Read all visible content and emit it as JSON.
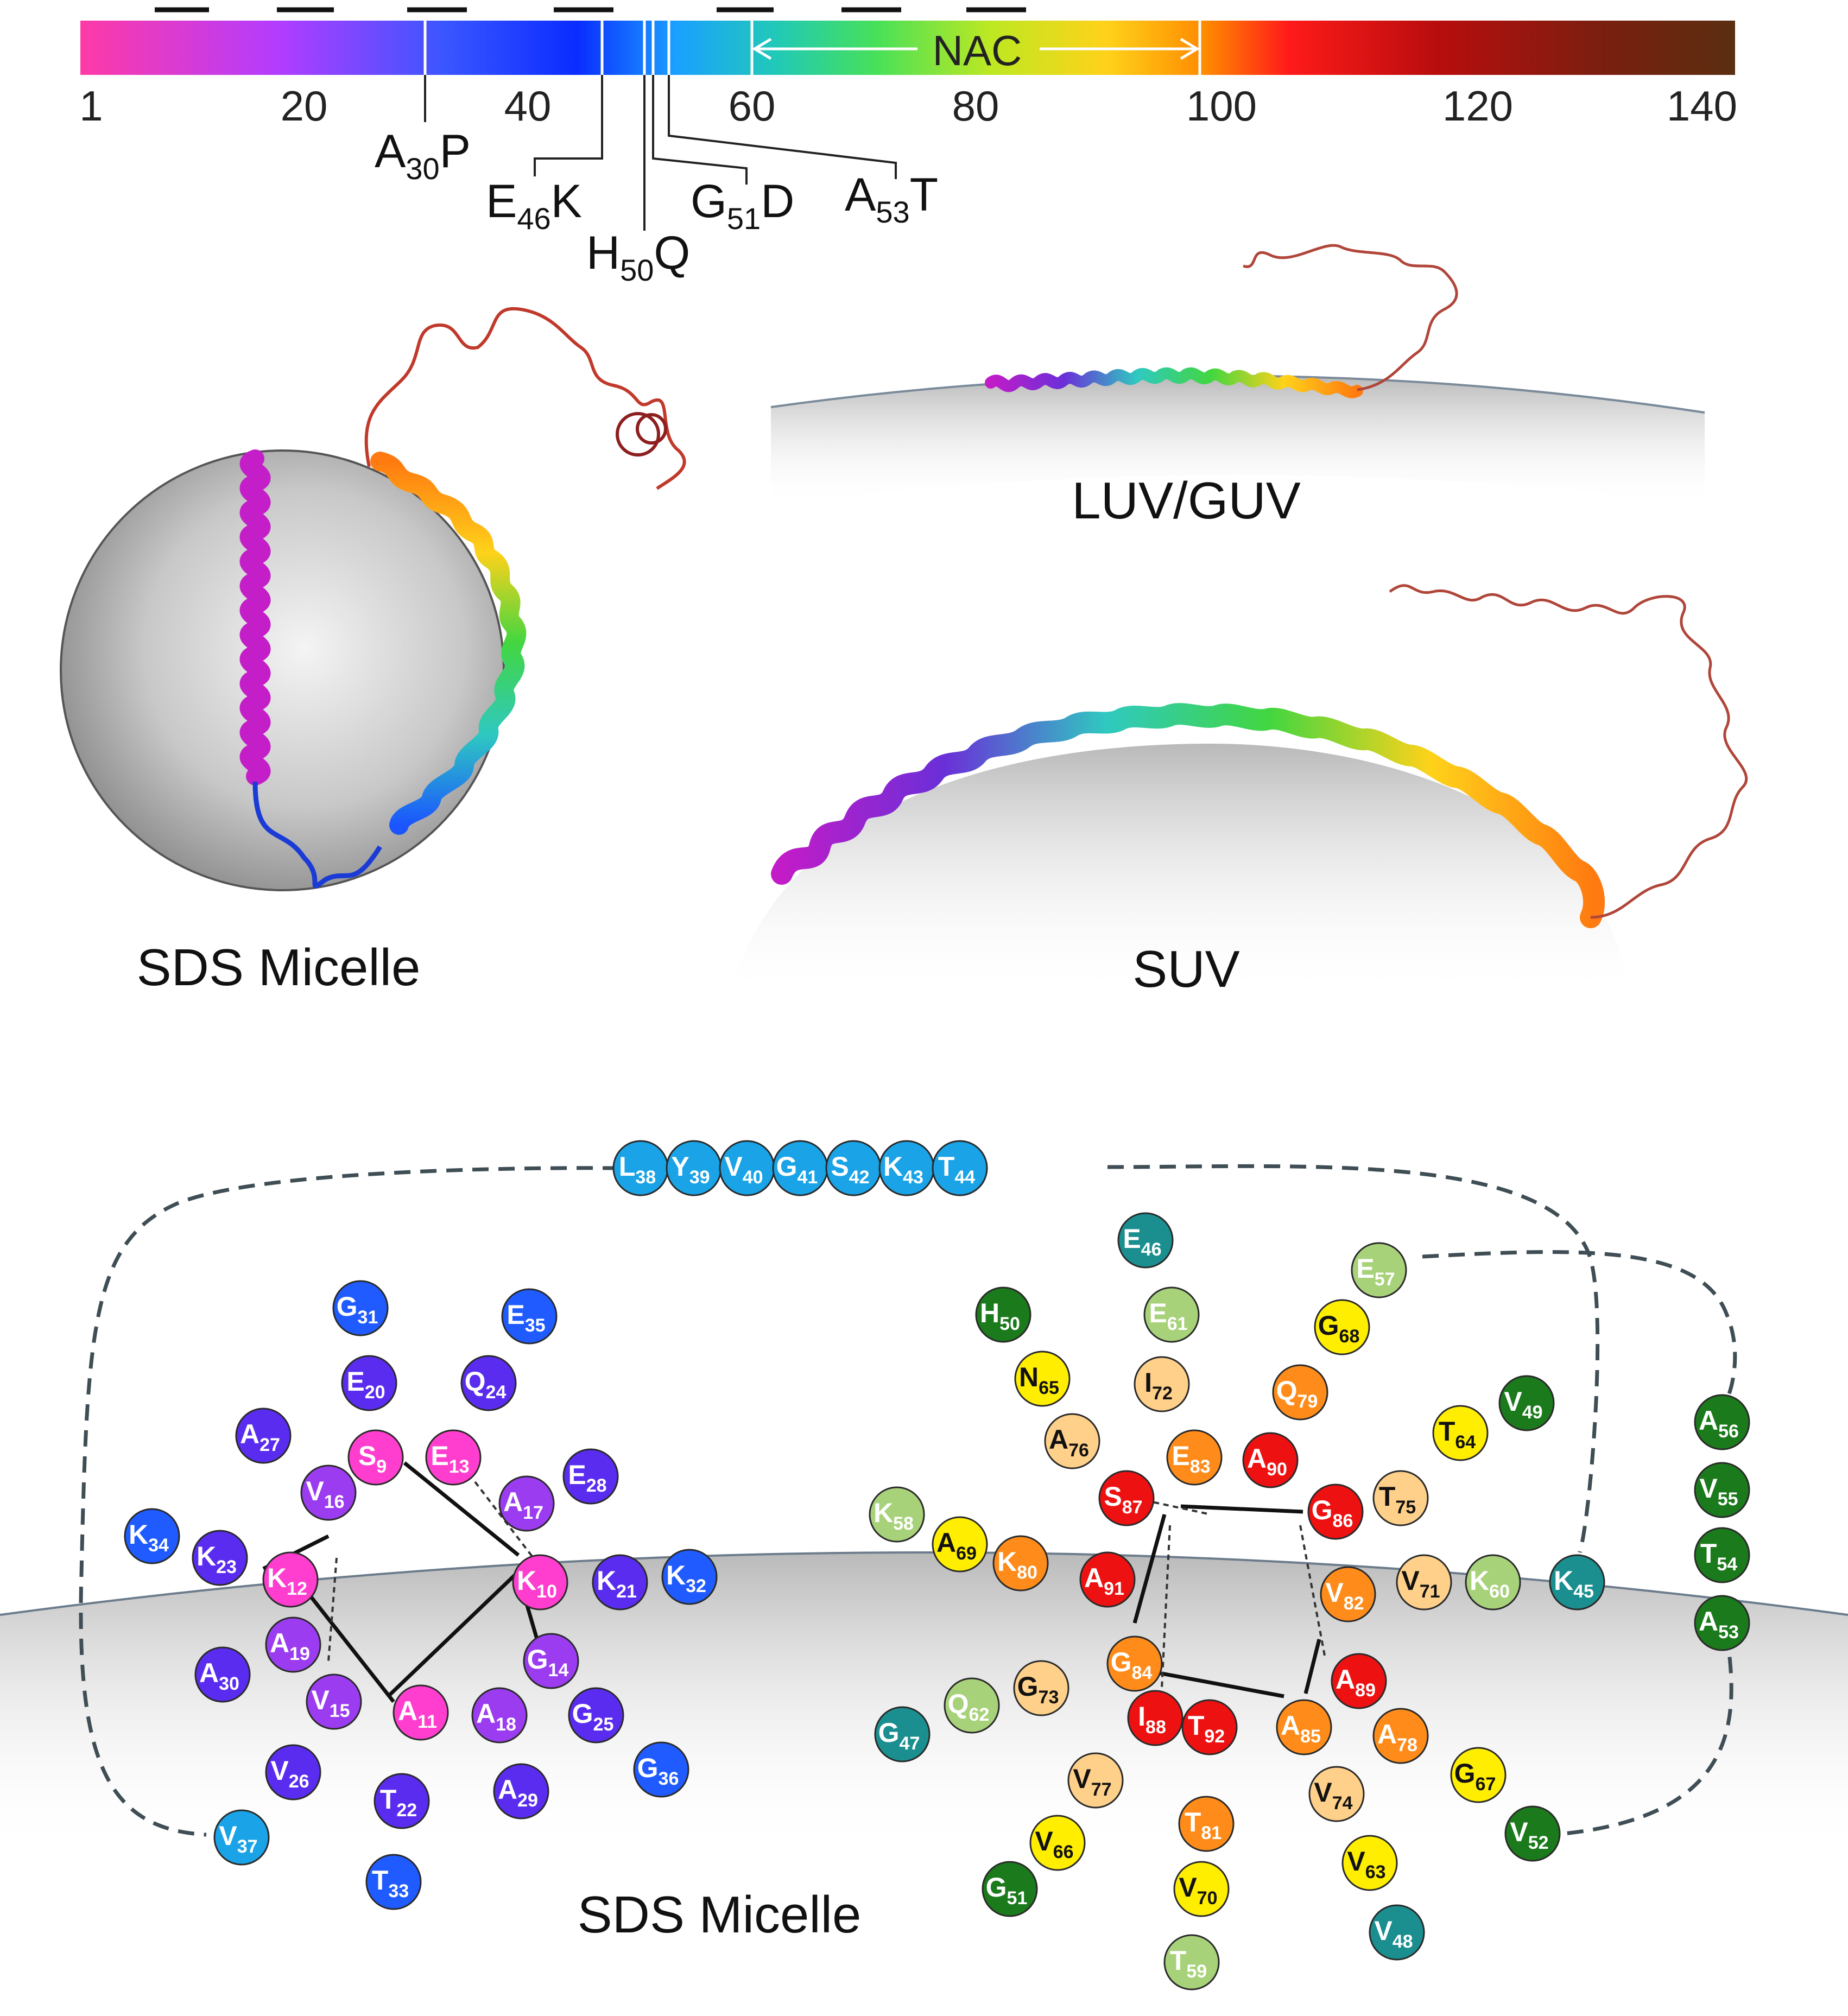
{
  "colorbar": {
    "ticks": [
      "1",
      "20",
      "40",
      "60",
      "80",
      "100",
      "120",
      "140"
    ],
    "region_label": "NAC",
    "colors": [
      "#ff3aa6",
      "#b23cff",
      "#3a56ff",
      "#0a2cff",
      "#1aa0ff",
      "#21c9b8",
      "#46e05a",
      "#bde822",
      "#ffd21a",
      "#ff8a00",
      "#ff1a1a",
      "#b80d0d",
      "#7a1f10",
      "#5a2e10"
    ]
  },
  "mutations": [
    {
      "letter": "A",
      "num": "30",
      "res": "P"
    },
    {
      "letter": "E",
      "num": "46",
      "res": "K"
    },
    {
      "letter": "H",
      "num": "50",
      "res": "Q"
    },
    {
      "letter": "G",
      "num": "51",
      "res": "D"
    },
    {
      "letter": "A",
      "num": "53",
      "res": "T"
    }
  ],
  "labels": {
    "sds_top": "SDS Micelle",
    "luv": "LUV/GUV",
    "suv": "SUV",
    "sds_bottom": "SDS Micelle"
  },
  "residues": [
    {
      "l": "L",
      "n": "38",
      "c": "#1aa3e6"
    },
    {
      "l": "Y",
      "n": "39",
      "c": "#1aa3e6"
    },
    {
      "l": "V",
      "n": "40",
      "c": "#1aa3e6"
    },
    {
      "l": "G",
      "n": "41",
      "c": "#1aa3e6"
    },
    {
      "l": "S",
      "n": "42",
      "c": "#1aa3e6"
    },
    {
      "l": "K",
      "n": "43",
      "c": "#1aa3e6"
    },
    {
      "l": "T",
      "n": "44",
      "c": "#1aa3e6"
    },
    {
      "l": "G",
      "n": "31",
      "c": "#1f5bff"
    },
    {
      "l": "E",
      "n": "35",
      "c": "#1f5bff"
    },
    {
      "l": "E",
      "n": "20",
      "c": "#5a2cf0"
    },
    {
      "l": "Q",
      "n": "24",
      "c": "#5a2cf0"
    },
    {
      "l": "A",
      "n": "27",
      "c": "#5a2cf0"
    },
    {
      "l": "S",
      "n": "9",
      "c": "#ff3ecf"
    },
    {
      "l": "E",
      "n": "13",
      "c": "#ff3ecf"
    },
    {
      "l": "E",
      "n": "28",
      "c": "#5a2cf0"
    },
    {
      "l": "V",
      "n": "16",
      "c": "#9b3cf0"
    },
    {
      "l": "A",
      "n": "17",
      "c": "#9b3cf0"
    },
    {
      "l": "K",
      "n": "34",
      "c": "#1f5bff"
    },
    {
      "l": "K",
      "n": "23",
      "c": "#5a2cf0"
    },
    {
      "l": "K",
      "n": "12",
      "c": "#ff3ecf"
    },
    {
      "l": "K",
      "n": "10",
      "c": "#ff3ecf"
    },
    {
      "l": "K",
      "n": "21",
      "c": "#5a2cf0"
    },
    {
      "l": "K",
      "n": "32",
      "c": "#1f5bff"
    },
    {
      "l": "A",
      "n": "19",
      "c": "#9b3cf0"
    },
    {
      "l": "G",
      "n": "14",
      "c": "#9b3cf0"
    },
    {
      "l": "A",
      "n": "30",
      "c": "#5a2cf0"
    },
    {
      "l": "V",
      "n": "15",
      "c": "#9b3cf0"
    },
    {
      "l": "A",
      "n": "11",
      "c": "#ff3ecf"
    },
    {
      "l": "A",
      "n": "18",
      "c": "#9b3cf0"
    },
    {
      "l": "G",
      "n": "25",
      "c": "#5a2cf0"
    },
    {
      "l": "G",
      "n": "36",
      "c": "#1f5bff"
    },
    {
      "l": "V",
      "n": "26",
      "c": "#5a2cf0"
    },
    {
      "l": "T",
      "n": "22",
      "c": "#5a2cf0"
    },
    {
      "l": "A",
      "n": "29",
      "c": "#5a2cf0"
    },
    {
      "l": "V",
      "n": "37",
      "c": "#1aa3e6"
    },
    {
      "l": "T",
      "n": "33",
      "c": "#1f5bff"
    },
    {
      "l": "E",
      "n": "46",
      "c": "#1b8f8f"
    },
    {
      "l": "E",
      "n": "57",
      "c": "#a8d27a"
    },
    {
      "l": "H",
      "n": "50",
      "c": "#1b7a1b"
    },
    {
      "l": "E",
      "n": "61",
      "c": "#a8d27a"
    },
    {
      "l": "G",
      "n": "68",
      "c": "#ffee00"
    },
    {
      "l": "N",
      "n": "65",
      "c": "#ffee00"
    },
    {
      "l": "I",
      "n": "72",
      "c": "#ffd08a"
    },
    {
      "l": "Q",
      "n": "79",
      "c": "#ff8c1a"
    },
    {
      "l": "V",
      "n": "49",
      "c": "#1b7a1b"
    },
    {
      "l": "A",
      "n": "76",
      "c": "#ffd08a"
    },
    {
      "l": "E",
      "n": "83",
      "c": "#ff8c1a"
    },
    {
      "l": "A",
      "n": "90",
      "c": "#ee1111"
    },
    {
      "l": "T",
      "n": "64",
      "c": "#ffee00"
    },
    {
      "l": "S",
      "n": "87",
      "c": "#ee1111"
    },
    {
      "l": "T",
      "n": "75",
      "c": "#ffd08a"
    },
    {
      "l": "A",
      "n": "56",
      "c": "#1b7a1b"
    },
    {
      "l": "K",
      "n": "58",
      "c": "#a8d27a"
    },
    {
      "l": "G",
      "n": "86",
      "c": "#ee1111"
    },
    {
      "l": "A",
      "n": "69",
      "c": "#ffee00"
    },
    {
      "l": "V",
      "n": "55",
      "c": "#1b7a1b"
    },
    {
      "l": "K",
      "n": "80",
      "c": "#ff8c1a"
    },
    {
      "l": "A",
      "n": "91",
      "c": "#ee1111"
    },
    {
      "l": "V",
      "n": "82",
      "c": "#ff8c1a"
    },
    {
      "l": "V",
      "n": "71",
      "c": "#ffd08a"
    },
    {
      "l": "K",
      "n": "60",
      "c": "#a8d27a"
    },
    {
      "l": "K",
      "n": "45",
      "c": "#1b8f8f"
    },
    {
      "l": "T",
      "n": "54",
      "c": "#1b7a1b"
    },
    {
      "l": "G",
      "n": "84",
      "c": "#ff8c1a"
    },
    {
      "l": "A",
      "n": "53",
      "c": "#1b7a1b"
    },
    {
      "l": "A",
      "n": "89",
      "c": "#ee1111"
    },
    {
      "l": "G",
      "n": "73",
      "c": "#ffd08a"
    },
    {
      "l": "Q",
      "n": "62",
      "c": "#a8d27a"
    },
    {
      "l": "I",
      "n": "88",
      "c": "#ee1111"
    },
    {
      "l": "T",
      "n": "92",
      "c": "#ee1111"
    },
    {
      "l": "A",
      "n": "85",
      "c": "#ff8c1a"
    },
    {
      "l": "A",
      "n": "78",
      "c": "#ff8c1a"
    },
    {
      "l": "G",
      "n": "47",
      "c": "#1b8f8f"
    },
    {
      "l": "G",
      "n": "67",
      "c": "#ffee00"
    },
    {
      "l": "V",
      "n": "77",
      "c": "#ffd08a"
    },
    {
      "l": "V",
      "n": "74",
      "c": "#ffd08a"
    },
    {
      "l": "T",
      "n": "81",
      "c": "#ff8c1a"
    },
    {
      "l": "V",
      "n": "52",
      "c": "#1b7a1b"
    },
    {
      "l": "V",
      "n": "66",
      "c": "#ffee00"
    },
    {
      "l": "V",
      "n": "63",
      "c": "#ffee00"
    },
    {
      "l": "G",
      "n": "51",
      "c": "#1b7a1b"
    },
    {
      "l": "V",
      "n": "70",
      "c": "#ffee00"
    },
    {
      "l": "V",
      "n": "48",
      "c": "#1b8f8f"
    },
    {
      "l": "T",
      "n": "59",
      "c": "#a8d27a"
    }
  ]
}
